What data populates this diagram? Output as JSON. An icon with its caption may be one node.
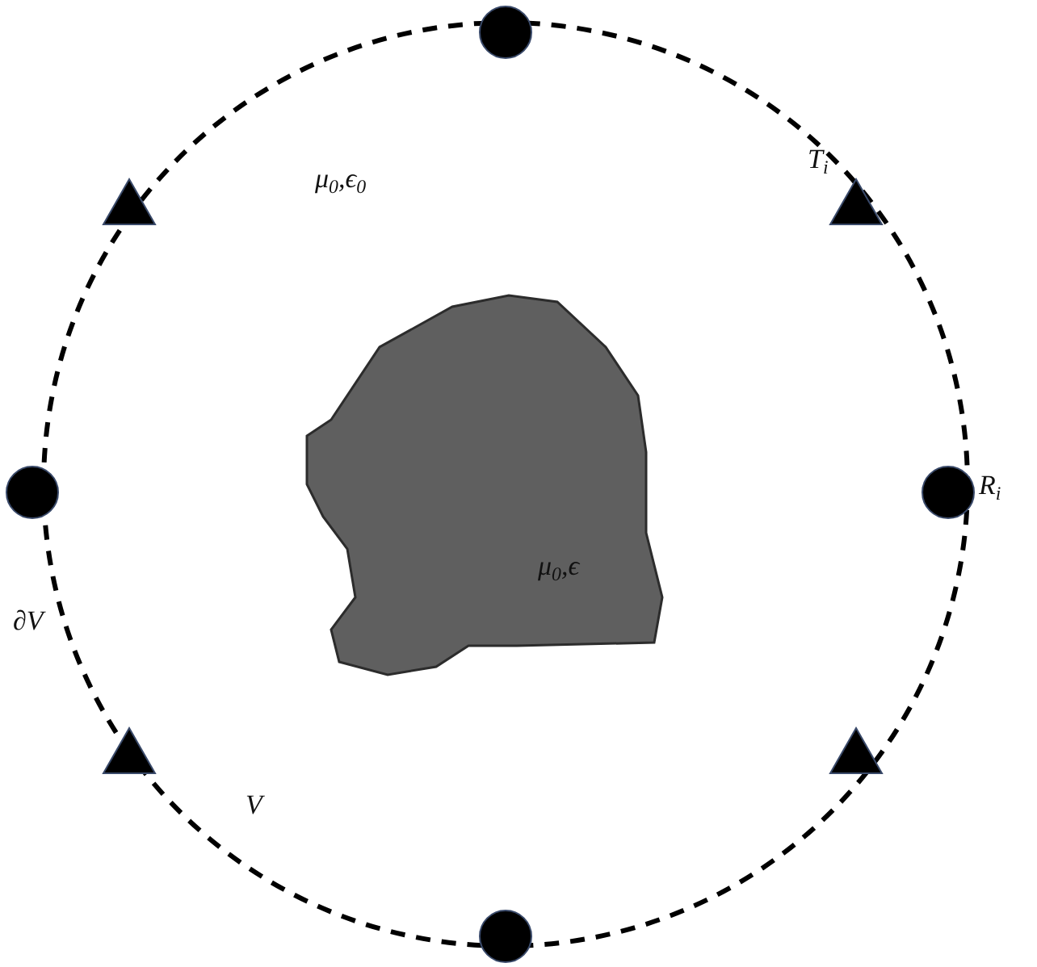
{
  "diagram": {
    "nodes": [
      {
        "text": [
          "μ$_{0}$,ϵ$_{0}$",
          "V"
        ],
        "beside": [
          "∂V"
        ]
      },
      {
        "text": [
          "μ$_{0}$,ϵ"
        ],
        "in": 0
      }
    ],
    "labels": [
      "T$_{i}$",
      "R$_{i}$"
    ]
  }
}
